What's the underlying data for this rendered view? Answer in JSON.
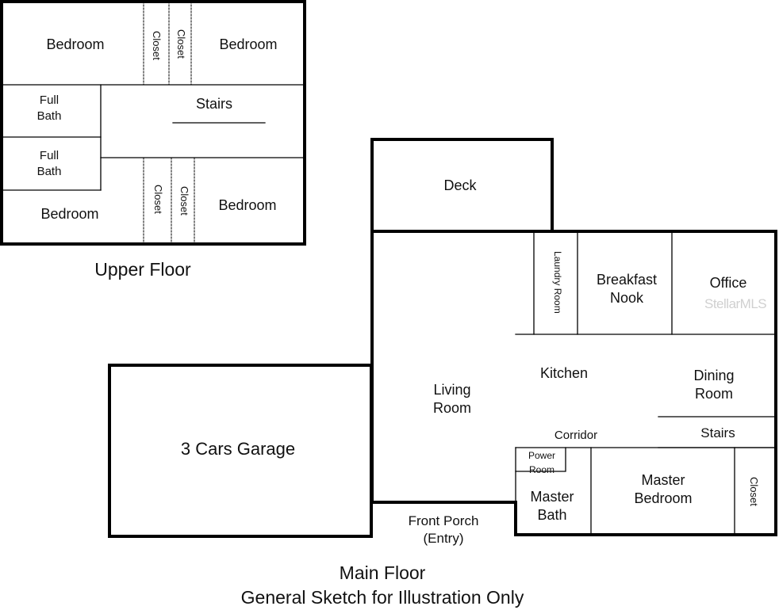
{
  "upper_floor": {
    "caption": "Upper Floor",
    "rooms": {
      "bedroom_top_left": "Bedroom",
      "closet_top_1": "Closet",
      "closet_top_2": "Closet",
      "bedroom_top_right": "Bedroom",
      "full_bath_1": [
        "Full",
        "Bath"
      ],
      "stairs": "Stairs",
      "full_bath_2": [
        "Full",
        "Bath"
      ],
      "bedroom_bottom_left": "Bedroom",
      "closet_bottom_1": "Closet",
      "closet_bottom_2": "Closet",
      "bedroom_bottom_right": "Bedroom"
    }
  },
  "main_floor": {
    "caption": "Main Floor",
    "subcaption": "General Sketch for Illustration Only",
    "rooms": {
      "deck": "Deck",
      "laundry": "Laundry Room",
      "breakfast_nook": [
        "Breakfast",
        "Nook"
      ],
      "office": "Office",
      "living_room": [
        "Living",
        "Room"
      ],
      "kitchen": "Kitchen",
      "dining_room": [
        "Dining",
        "Room"
      ],
      "garage": "3 Cars Garage",
      "corridor": "Corridor",
      "stairs": "Stairs",
      "power_room": [
        "Power",
        "Room"
      ],
      "master_bath": [
        "Master",
        "Bath"
      ],
      "master_bedroom": [
        "Master",
        "Bedroom"
      ],
      "closet": "Closet",
      "front_porch": [
        "Front Porch",
        "(Entry)"
      ]
    }
  },
  "watermark": "StellarMLS"
}
